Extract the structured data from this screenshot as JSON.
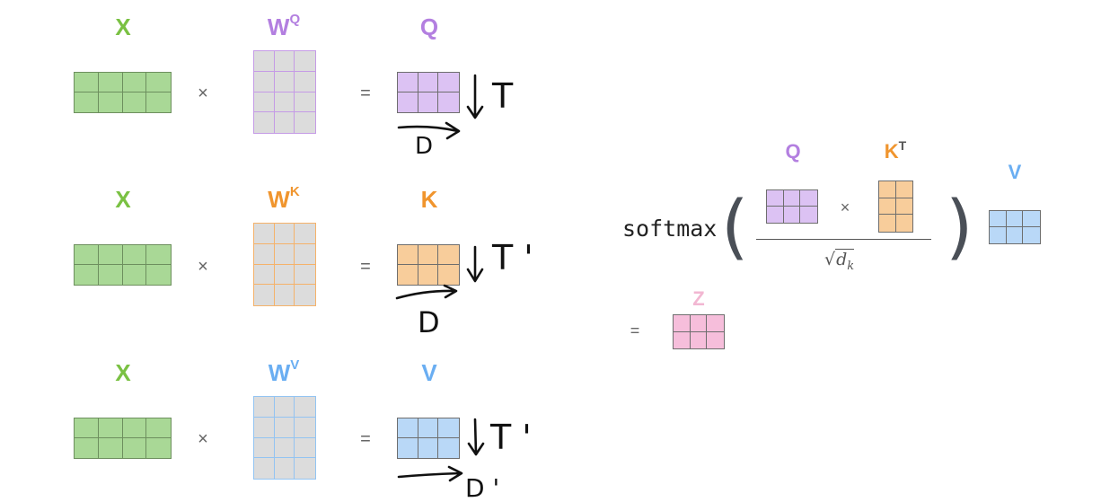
{
  "colors": {
    "x": "#7ac143",
    "q": "#b37fe0",
    "k": "#f0952e",
    "v": "#6aaef2",
    "z": "#f2b7d2",
    "weight_cell": "#dcdcdc",
    "x_cell": "#a9d896",
    "q_cell": "#dcc2f3",
    "k_cell": "#f8cd9b",
    "v_cell": "#b9d8f7",
    "z_cell": "#f6bedb"
  },
  "rows": [
    {
      "input": "X",
      "weight_main": "W",
      "weight_sup": "Q",
      "output": "Q",
      "times": "×",
      "equals": "=",
      "note_t": "T",
      "note_d": "D"
    },
    {
      "input": "X",
      "weight_main": "W",
      "weight_sup": "K",
      "output": "K",
      "times": "×",
      "equals": "=",
      "note_t": "T '",
      "note_d": "D"
    },
    {
      "input": "X",
      "weight_main": "W",
      "weight_sup": "V",
      "output": "V",
      "times": "×",
      "equals": "=",
      "note_t": "T '",
      "note_d": "D '"
    }
  ],
  "formula": {
    "softmax": "softmax",
    "open_paren": "(",
    "close_paren": ")",
    "q_label": "Q",
    "k_label": "K",
    "k_sup": "T",
    "times": "×",
    "sqrt": "√",
    "denominator": "d",
    "denominator_sub": "k",
    "v_label": "V",
    "equals": "=",
    "z_label": "Z"
  }
}
